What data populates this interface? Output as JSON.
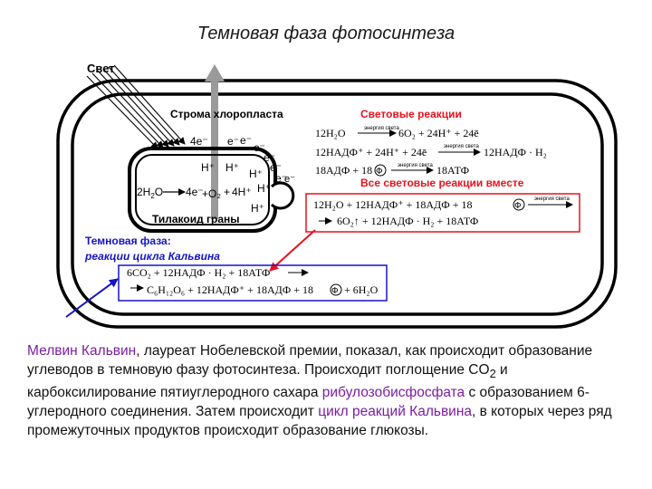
{
  "title": "Темновая фаза фотосинтеза",
  "diagram": {
    "light_label": "Свет",
    "stroma_label": "Строма хлоропласта",
    "thylakoid_label": "Тилакоид граны",
    "electrons": {
      "e4": "4e⁻",
      "e": "e⁻"
    },
    "protons": {
      "h": "H⁺",
      "h4": "4H⁺"
    },
    "water": {
      "pre": "2H",
      "sub": "2",
      "post": "O"
    },
    "e_arrow": "4e⁻",
    "o2": "O₂",
    "plus": "+",
    "light_reactions": {
      "title": "Световые реакции",
      "energy_label": "энергия света",
      "eq1_left": "12H₂O",
      "eq1_right": "6O₂ + 24H⁺ + 24ē",
      "eq2_left": "12НАДФ⁺ + 24H⁺ + 24ē",
      "eq2_right": "12НАДФ · H₂",
      "eq3_left": "18АДФ + 18",
      "eq3_right": "18АТФ",
      "phosphate": "Ф",
      "all_title": "Все световые реакции вместе",
      "all_line1": "12H₂O + 12НАДФ⁺ + 18АДФ + 18",
      "all_line2": "6O₂↑ + 12НАДФ · H₂ + 18АТФ"
    },
    "dark_phase": {
      "title_line1": "Темновая фаза:",
      "title_line2": "реакции цикла Кальвина",
      "line1": "6CO₂ + 12НАДФ · H₂ + 18АТФ",
      "line2": "C₆H₁₂O₆ + 12НАДФ⁺ + 18АДФ + 18",
      "line2_tail": "+ 6H₂O"
    }
  },
  "paragraph": {
    "p1_link": "Мелвин Кальвин",
    "p1": ", лауреат Нобелевской премии, показал, как происходит образование углеводов в темновую фазу фотосинтеза. Происходит поглощение CO",
    "p1_sub": "2",
    "p2": " и  карбоксилирование пятиуглеродного сахара ",
    "p2_link": "рибулозобисфосфата",
    "p3": " с образованием 6-углеродного соединения. Затем происходит ",
    "p3_link": "цикл реакций Кальвина",
    "p4": ", в которых через ряд промежуточных продуктов происходит образование глюкозы."
  },
  "colors": {
    "red": "#e8121c",
    "blue": "#1414c8",
    "link": "#7a1ea1",
    "grey_arrow": "#9a9a9a"
  }
}
